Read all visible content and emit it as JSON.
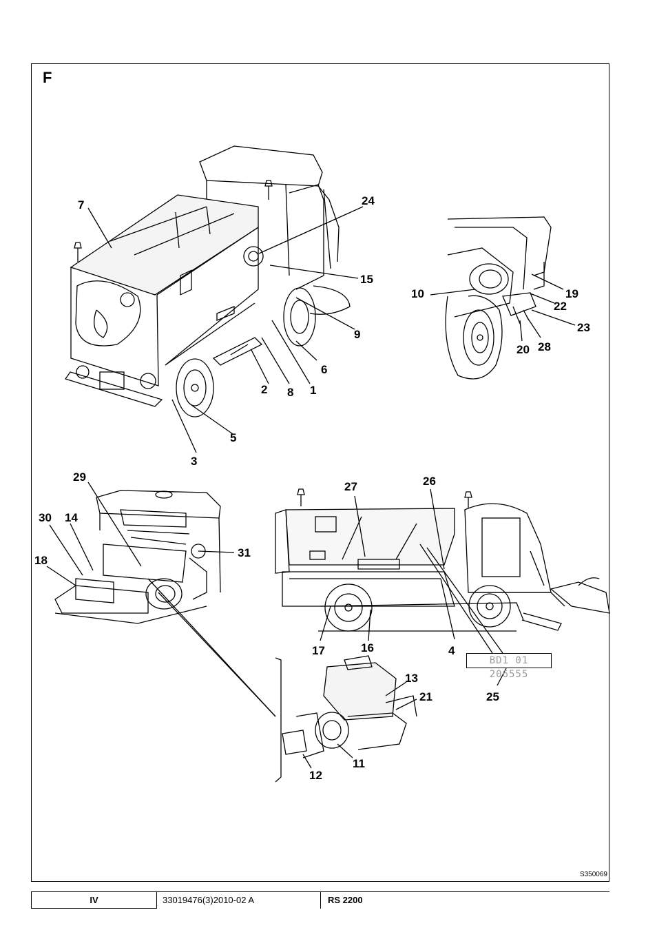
{
  "section_letter": "F",
  "callouts": [
    {
      "id": "c7",
      "label": "7"
    },
    {
      "id": "c24",
      "label": "24"
    },
    {
      "id": "c15",
      "label": "15"
    },
    {
      "id": "c9",
      "label": "9"
    },
    {
      "id": "c6",
      "label": "6"
    },
    {
      "id": "c1",
      "label": "1"
    },
    {
      "id": "c8",
      "label": "8"
    },
    {
      "id": "c2",
      "label": "2"
    },
    {
      "id": "c5",
      "label": "5"
    },
    {
      "id": "c3",
      "label": "3"
    },
    {
      "id": "c10",
      "label": "10"
    },
    {
      "id": "c19",
      "label": "19"
    },
    {
      "id": "c22",
      "label": "22"
    },
    {
      "id": "c23",
      "label": "23"
    },
    {
      "id": "c20",
      "label": "20"
    },
    {
      "id": "c28",
      "label": "28"
    },
    {
      "id": "c29",
      "label": "29"
    },
    {
      "id": "c30",
      "label": "30"
    },
    {
      "id": "c14",
      "label": "14"
    },
    {
      "id": "c18",
      "label": "18"
    },
    {
      "id": "c31",
      "label": "31"
    },
    {
      "id": "c27",
      "label": "27"
    },
    {
      "id": "c26",
      "label": "26"
    },
    {
      "id": "c17",
      "label": "17"
    },
    {
      "id": "c16",
      "label": "16"
    },
    {
      "id": "c4",
      "label": "4"
    },
    {
      "id": "c25",
      "label": "25"
    },
    {
      "id": "c13",
      "label": "13"
    },
    {
      "id": "c21",
      "label": "21"
    },
    {
      "id": "c11",
      "label": "11"
    },
    {
      "id": "c12",
      "label": "12"
    }
  ],
  "serial_plate": "BD1 01 206555",
  "figure_ref": "S350069",
  "footer": {
    "page": "IV",
    "doc_number": "33019476(3)2010-02 A",
    "model": "RS 2200"
  }
}
